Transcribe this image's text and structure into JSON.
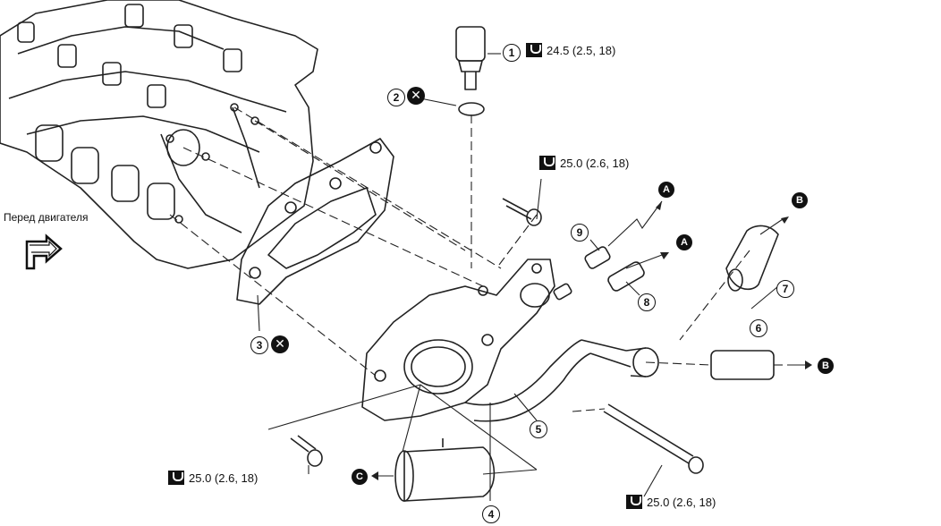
{
  "front_label": "Перед двигателя",
  "callouts": {
    "c1": "1",
    "c2": "2",
    "c3": "3",
    "c4": "4",
    "c5": "5",
    "c6": "6",
    "c7": "7",
    "c8": "8",
    "c9": "9"
  },
  "refs": {
    "A": "A",
    "B": "B",
    "C": "C"
  },
  "torques": {
    "sensor": "24.5 (2.5, 18)",
    "upper_bolt": "25.0 (2.6, 18)",
    "lower_left_bolt": "25.0 (2.6, 18)",
    "long_bolt": "25.0 (2.6, 18)"
  },
  "icons": {
    "torque": "torque-wrench-icon",
    "no_reuse": "do-not-reuse-icon",
    "front": "engine-front-arrow-icon"
  },
  "colors": {
    "ink": "#111111",
    "paper": "#ffffff"
  }
}
